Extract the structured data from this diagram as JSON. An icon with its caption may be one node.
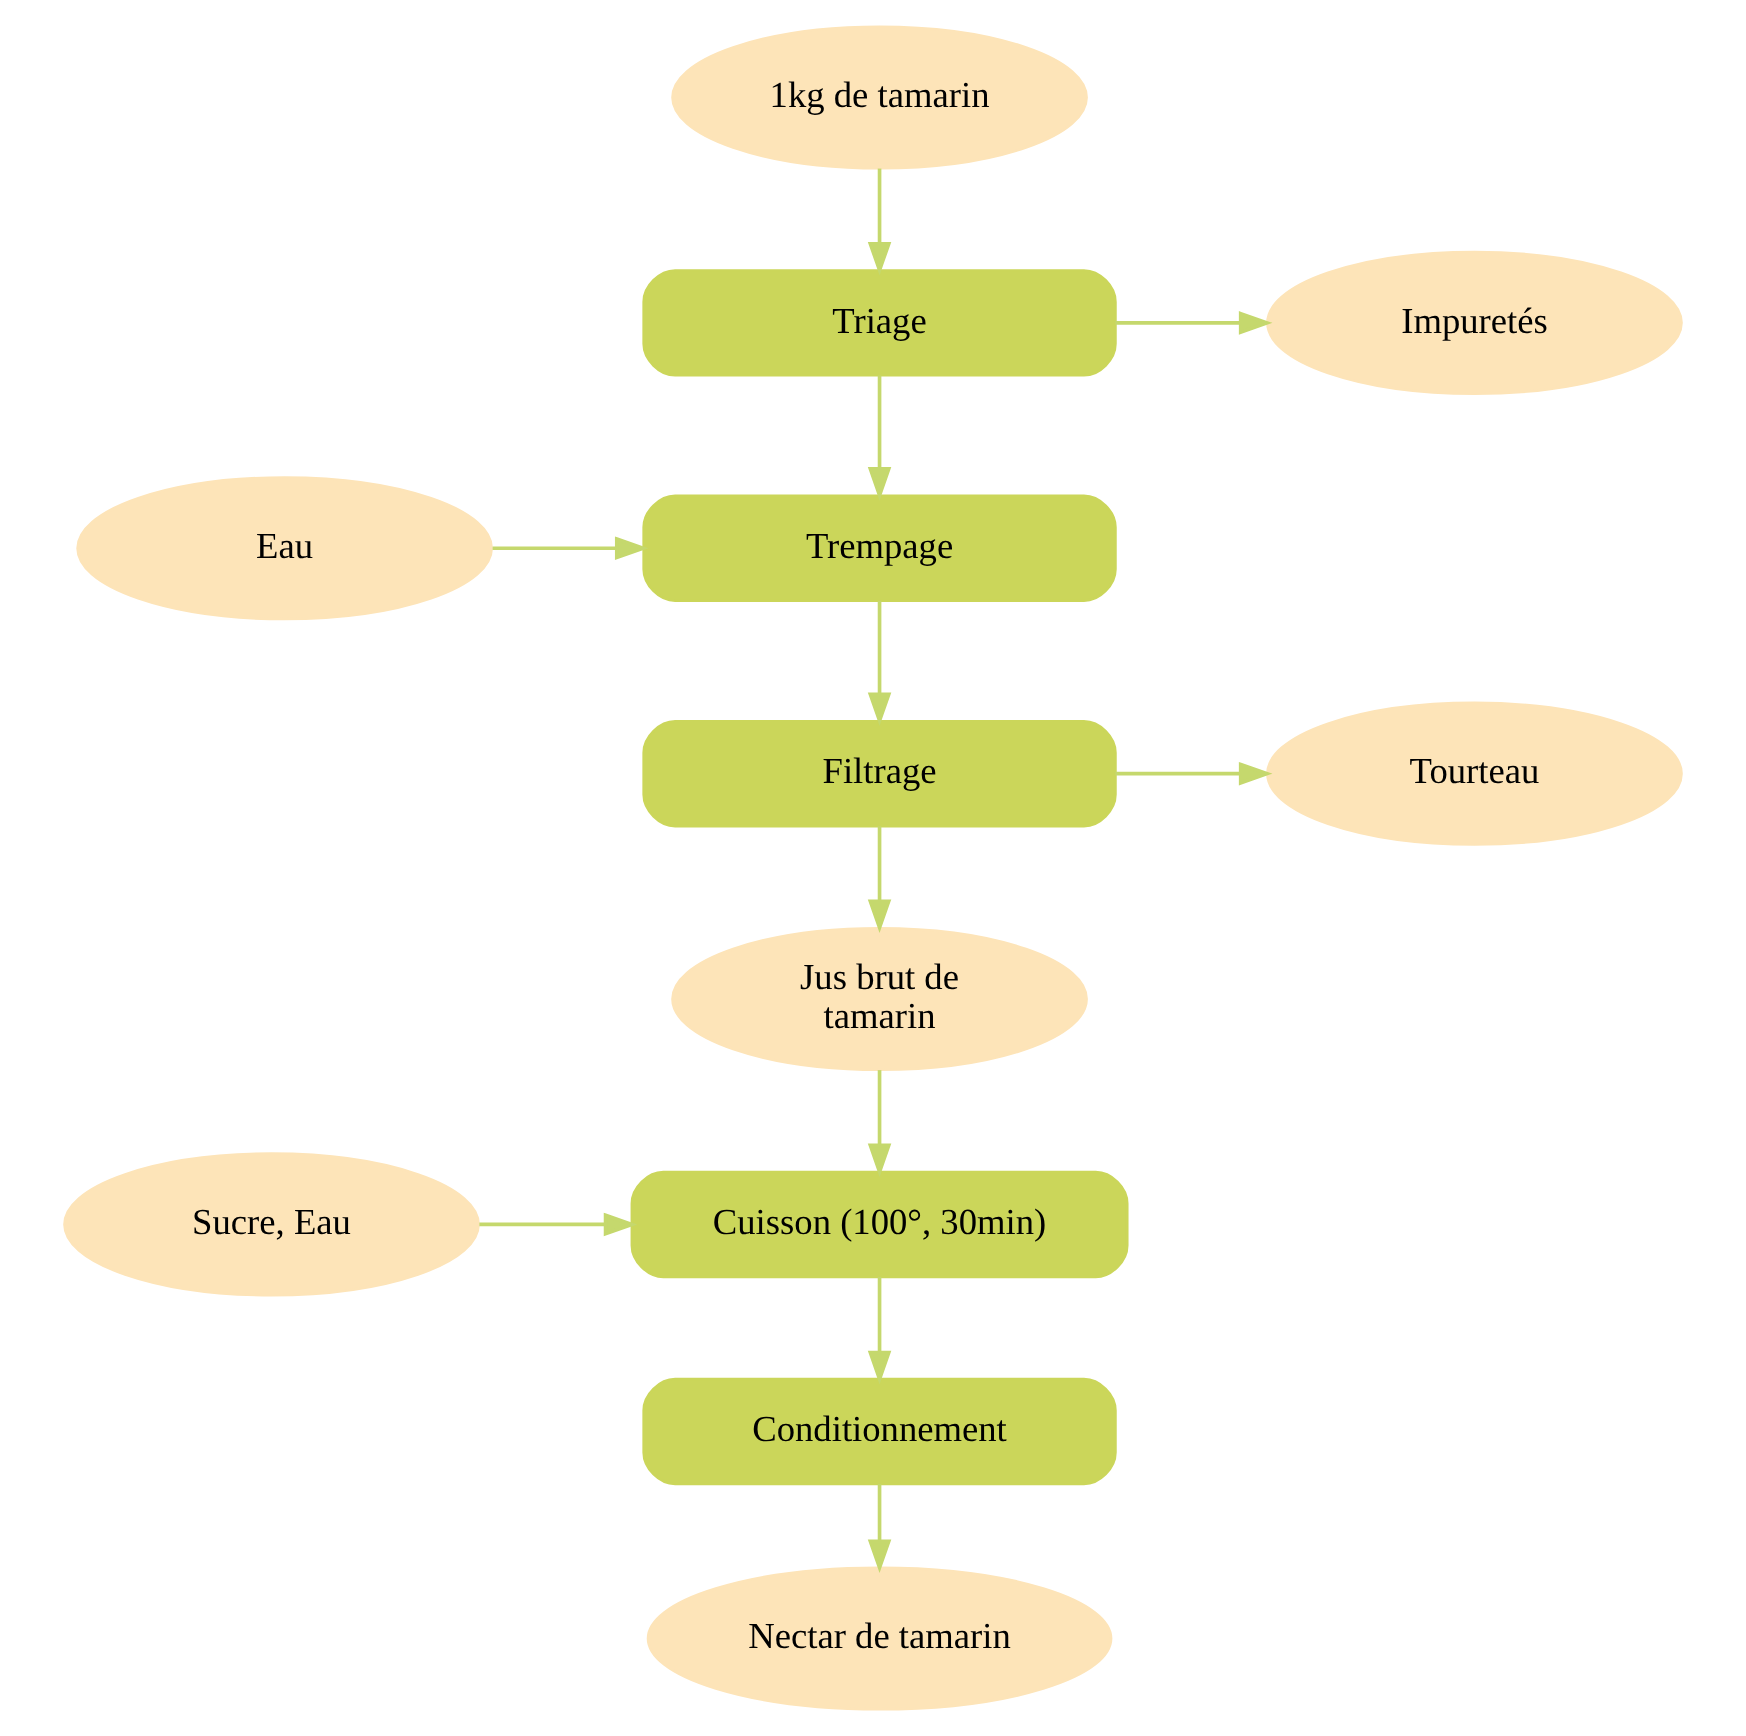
{
  "diagram": {
    "nodes": [
      {
        "text": [
          "1kg de tamarin"
        ]
      },
      {
        "text": [
          "Triage"
        ]
      },
      {
        "text": [
          "Impuretés"
        ]
      },
      {
        "text": [
          "Eau"
        ]
      },
      {
        "text": [
          "Trempage"
        ]
      },
      {
        "text": [
          "Filtrage"
        ]
      },
      {
        "text": [
          "Tourteau"
        ]
      },
      {
        "text": [
          "Jus brut de tamarin"
        ]
      },
      {
        "text": [
          "Sucre, Eau"
        ]
      },
      {
        "text": [
          "Cuisson (100°, 30min)"
        ]
      },
      {
        "text": [
          "Conditionnement"
        ]
      },
      {
        "text": [
          "Nectar de tamarin"
        ]
      }
    ],
    "edges": [
      {
        "from": 0,
        "to": 1,
        "arrow": "to"
      },
      {
        "from": 1,
        "to": 2,
        "arrow": "to"
      },
      {
        "from": 1,
        "to": 4,
        "arrow": "to"
      },
      {
        "from": 3,
        "to": 4,
        "arrow": "to"
      },
      {
        "from": 4,
        "to": 5,
        "arrow": "to"
      },
      {
        "from": 5,
        "to": 6,
        "arrow": "to"
      },
      {
        "from": 5,
        "to": 7,
        "arrow": "to"
      },
      {
        "from": 7,
        "to": 9,
        "arrow": "to"
      },
      {
        "from": 8,
        "to": 9,
        "arrow": "to"
      },
      {
        "from": 9,
        "to": 10,
        "arrow": "to"
      },
      {
        "from": 10,
        "to": 11,
        "arrow": "to"
      }
    ]
  }
}
